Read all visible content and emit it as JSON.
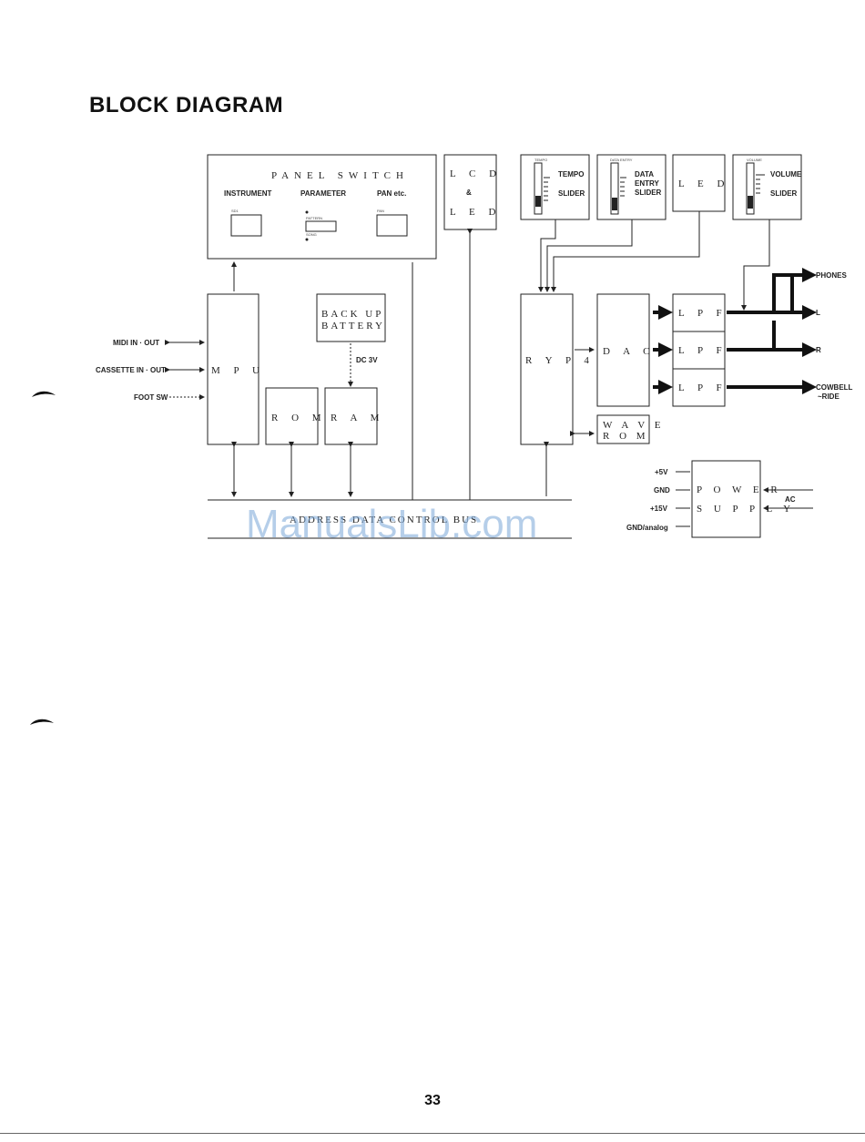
{
  "title": "BLOCK DIAGRAM",
  "page_number": "33",
  "watermark": "ManualsLib.com",
  "blocks": {
    "panel_switch": {
      "title": "PANEL SWITCH",
      "instrument": "INSTRUMENT",
      "parameter": "PARAMETER",
      "pan": "PAN etc.",
      "sd1": "SD1",
      "pattern": "PATTERN",
      "song": "SONG",
      "pan_small": "PAN"
    },
    "lcd_led": {
      "line1": "L C D",
      "line2": "&",
      "line3": "L E D"
    },
    "tempo_slider": {
      "line1": "TEMPO",
      "line2": "SLIDER",
      "tiny": "TEMPO"
    },
    "data_entry_slider": {
      "line1": "DATA",
      "line2": "ENTRY",
      "line3": "SLIDER",
      "tiny": "DATA ENTRY"
    },
    "led": "L E D",
    "volume_slider": {
      "line1": "VOLUME",
      "line2": "SLIDER",
      "tiny": "VOLUME"
    },
    "mpu": "M P U",
    "backup_battery": {
      "line1": "BACK UP",
      "line2": "BATTERY"
    },
    "dc_3v": "DC 3V",
    "rom": "R O M",
    "ram": "R A M",
    "ryp4": "R Y P 4",
    "dac": "D A C",
    "wave_rom": {
      "line1": "W A V E",
      "line2": "R O M"
    },
    "lpf": [
      "L P F",
      "L P F",
      "L P F"
    ],
    "power_supply": {
      "line1": "P O W E R",
      "line2": "S U P P L Y"
    },
    "bus": "ADDRESS DATA CONTROL BUS"
  },
  "inputs": {
    "midi": "MIDI IN · OUT",
    "cassette": "CASSETTE IN · OUT",
    "foot_sw": "FOOT SW"
  },
  "outputs": {
    "phones": "PHONES",
    "left": "L",
    "right": "R",
    "cowbell": "COWBELL",
    "ride": "~RIDE"
  },
  "power": {
    "plus5v": "+5V",
    "gnd": "GND",
    "plus15v": "+15V",
    "gnd_analog": "GND/analog",
    "ac": "AC"
  }
}
